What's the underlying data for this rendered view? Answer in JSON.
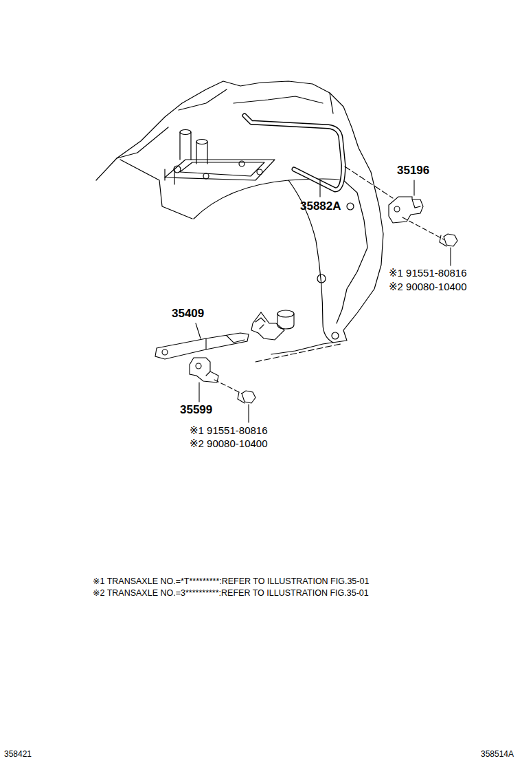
{
  "diagram": {
    "labels": [
      "35196",
      "35882A",
      "※1 91551-80816",
      "※2 90080-10400",
      "35409",
      "35599",
      "※1 91551-80816",
      "※2 90080-10400",
      "※1 TRANSAXLE NO.=*T*********:REFER TO ILLUSTRATION FIG.35-01",
      "※2 TRANSAXLE NO.=3**********:REFER TO ILLUSTRATION FIG.35-01",
      "358421",
      "358514A"
    ]
  }
}
